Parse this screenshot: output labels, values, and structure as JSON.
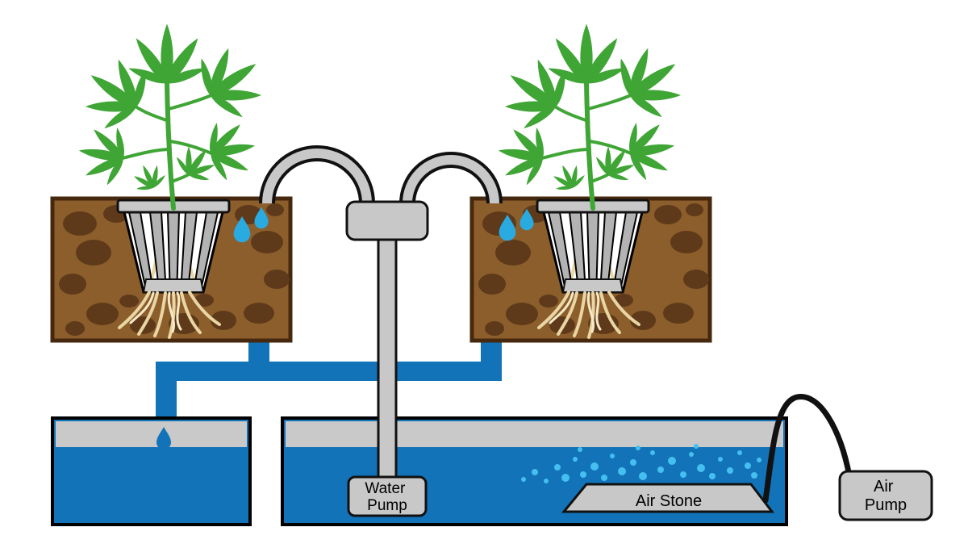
{
  "diagram": {
    "labels": {
      "water_pump": [
        "Water",
        "Pump"
      ],
      "air_stone": [
        "Air Stone"
      ],
      "air_pump": [
        "Air",
        "Pump"
      ]
    },
    "colors": {
      "water_blue": "#1273B8",
      "droplet_cyan": "#29ABE2",
      "bubble_blue": "#45BFEF",
      "bed_brown": "#8C5E2B",
      "pebble_brown": "#5E3A1A",
      "bed_border_brown": "#46280F",
      "tube_gray": "#C8C8C8",
      "leaf_green": "#3FA535",
      "root_tan": "#E9D6A4",
      "outline_black": "#000000",
      "background": "#FFFFFF"
    }
  }
}
